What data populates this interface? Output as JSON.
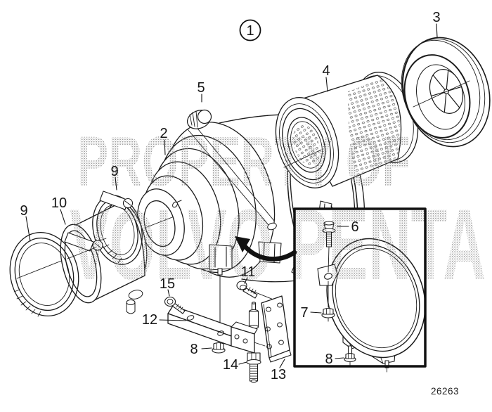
{
  "figure": {
    "assembly_callout": "1",
    "drawing_number": "26263",
    "watermark_line1": "PROPERTY OF",
    "watermark_line2": "VOLVO PENTA",
    "callouts": {
      "c1": "1",
      "c2": "2",
      "c3": "3",
      "c4": "4",
      "c5": "5",
      "c6": "6",
      "c7": "7",
      "c8_main": "8",
      "c8_inset": "8",
      "c9_left": "9",
      "c9_right": "9",
      "c10": "10",
      "c11": "11",
      "c12": "12",
      "c13": "13",
      "c14": "14",
      "c15": "15"
    },
    "colors": {
      "line": "#1b1b1b",
      "background": "#ffffff",
      "watermark_dot": "#8d8d8d"
    }
  }
}
